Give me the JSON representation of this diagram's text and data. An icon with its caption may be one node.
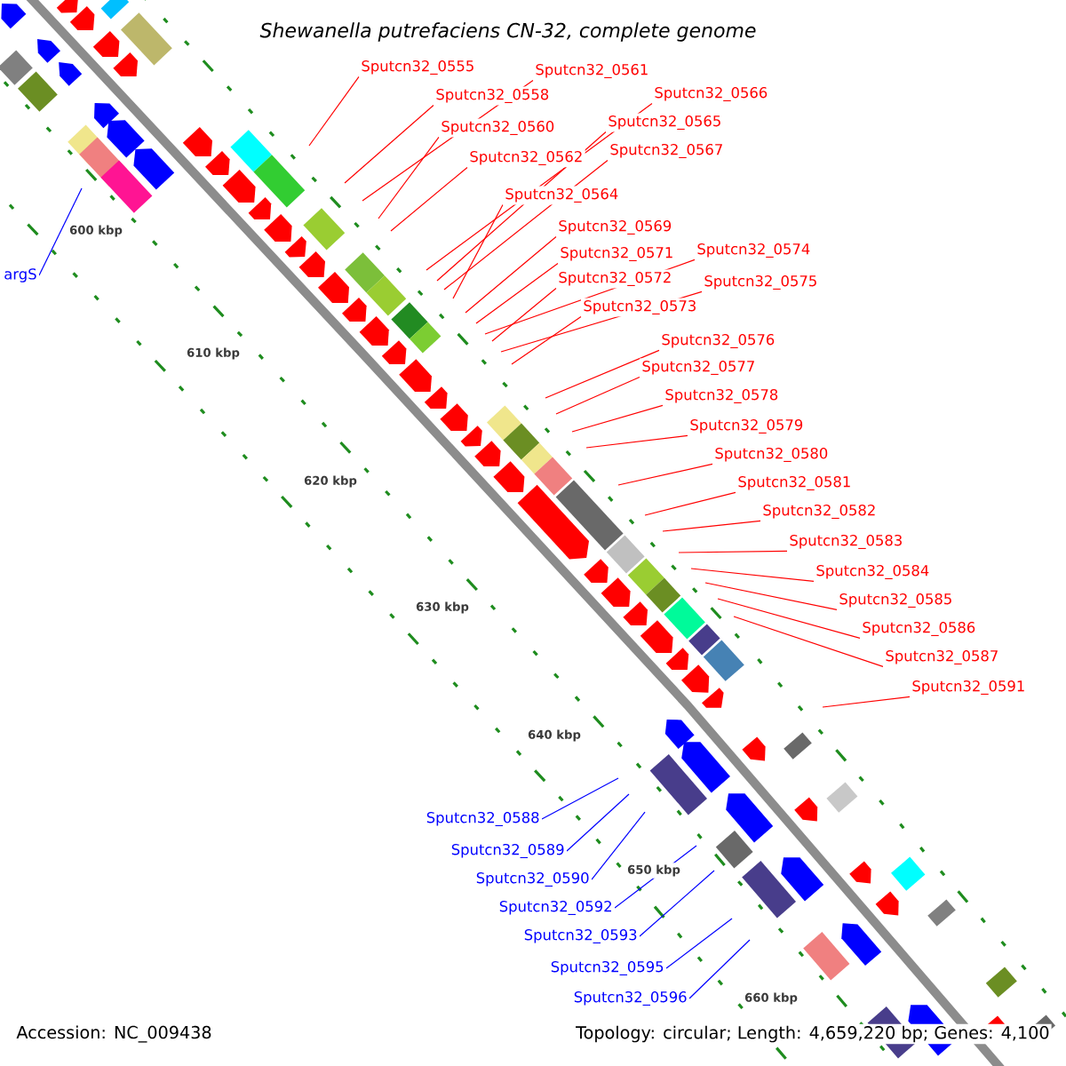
{
  "diagram": {
    "title": "Shewanella putrefaciens CN-32, complete genome",
    "nodes": [
      {
        "text": [
          "Sputcn32_0555"
        ]
      },
      {
        "text": [
          "Sputcn32_0561"
        ]
      },
      {
        "text": [
          "Sputcn32_0566"
        ]
      },
      {
        "text": [
          "Sputcn32_0558"
        ]
      },
      {
        "text": [
          "Sputcn32_0565"
        ]
      },
      {
        "text": [
          "Sputcn32_0560"
        ]
      },
      {
        "text": [
          "Sputcn32_0567"
        ]
      },
      {
        "text": [
          "Sputcn32_0562"
        ]
      },
      {
        "text": [
          "Sputcn32_0564"
        ]
      },
      {
        "text": [
          "Sputcn32_0569"
        ]
      },
      {
        "text": [
          "Sputcn32_0574"
        ]
      },
      {
        "text": [
          "Sputcn32_0571"
        ]
      },
      {
        "text": [
          "argS"
        ]
      },
      {
        "text": [
          "Sputcn32_0572"
        ]
      },
      {
        "text": [
          "Sputcn32_0575"
        ]
      },
      {
        "text": [
          "Sputcn32_0573"
        ]
      },
      {
        "text": [
          "Sputcn32_0576"
        ]
      },
      {
        "text": [
          "Sputcn32_0577"
        ]
      },
      {
        "text": [
          "Sputcn32_0578"
        ]
      },
      {
        "text": [
          "Sputcn32_0579"
        ]
      },
      {
        "text": [
          "Sputcn32_0580"
        ]
      },
      {
        "text": [
          "Sputcn32_0581"
        ]
      },
      {
        "text": [
          "Sputcn32_0582"
        ]
      },
      {
        "text": [
          "Sputcn32_0583"
        ]
      },
      {
        "text": [
          "Sputcn32_0584"
        ]
      },
      {
        "text": [
          "Sputcn32_0585"
        ]
      },
      {
        "text": [
          "Sputcn32_0586"
        ]
      },
      {
        "text": [
          "Sputcn32_0587"
        ]
      },
      {
        "text": [
          "Sputcn32_0591"
        ]
      },
      {
        "text": [
          "Sputcn32_0588"
        ]
      },
      {
        "text": [
          "Sputcn32_0589"
        ]
      },
      {
        "text": [
          "Sputcn32_0590"
        ]
      },
      {
        "text": [
          "Sputcn32_0592"
        ]
      },
      {
        "text": [
          "Sputcn32_0593"
        ]
      },
      {
        "text": [
          "Sputcn32_0595"
        ]
      },
      {
        "text": [
          "Sputcn32_0596"
        ]
      }
    ],
    "edges": [
      {
        "from": 0,
        "to": null,
        "arrow": "none"
      },
      {
        "from": 1,
        "to": null,
        "arrow": "none"
      },
      {
        "from": 2,
        "to": null,
        "arrow": "none"
      },
      {
        "from": 3,
        "to": null,
        "arrow": "none"
      },
      {
        "from": 4,
        "to": null,
        "arrow": "none"
      },
      {
        "from": 5,
        "to": null,
        "arrow": "none"
      },
      {
        "from": 6,
        "to": null,
        "arrow": "none"
      },
      {
        "from": 7,
        "to": null,
        "arrow": "none"
      },
      {
        "from": 8,
        "to": null,
        "arrow": "none"
      },
      {
        "from": 9,
        "to": null,
        "arrow": "none"
      },
      {
        "from": 10,
        "to": null,
        "arrow": "none"
      },
      {
        "from": 11,
        "to": null,
        "arrow": "none"
      },
      {
        "from": 12,
        "to": null,
        "arrow": "none",
        "color": "#0000ff"
      },
      {
        "from": 13,
        "to": null,
        "arrow": "none"
      },
      {
        "from": 14,
        "to": null,
        "arrow": "none"
      },
      {
        "from": 15,
        "to": null,
        "arrow": "none"
      },
      {
        "from": 16,
        "to": null,
        "arrow": "none"
      },
      {
        "from": 17,
        "to": null,
        "arrow": "none"
      },
      {
        "from": 18,
        "to": null,
        "arrow": "none"
      },
      {
        "from": 19,
        "to": null,
        "arrow": "none"
      },
      {
        "from": 20,
        "to": null,
        "arrow": "none"
      },
      {
        "from": 21,
        "to": null,
        "arrow": "none"
      },
      {
        "from": 22,
        "to": null,
        "arrow": "none"
      },
      {
        "from": 23,
        "to": null,
        "arrow": "none"
      },
      {
        "from": 24,
        "to": null,
        "arrow": "none"
      },
      {
        "from": 25,
        "to": null,
        "arrow": "none"
      },
      {
        "from": 26,
        "to": null,
        "arrow": "none"
      },
      {
        "from": 27,
        "to": null,
        "arrow": "none"
      },
      {
        "from": 28,
        "to": null,
        "arrow": "none"
      },
      {
        "from": 29,
        "to": null,
        "arrow": "none",
        "color": "#0000ff"
      },
      {
        "from": 30,
        "to": null,
        "arrow": "none",
        "color": "#0000ff"
      },
      {
        "from": 31,
        "to": null,
        "arrow": "none",
        "color": "#0000ff"
      },
      {
        "from": 32,
        "to": null,
        "arrow": "none",
        "color": "#0000ff"
      },
      {
        "from": 33,
        "to": null,
        "arrow": "none",
        "color": "#0000ff"
      },
      {
        "from": 34,
        "to": null,
        "arrow": "none",
        "color": "#0000ff"
      },
      {
        "from": 35,
        "to": null,
        "arrow": "none",
        "color": "#0000ff"
      }
    ],
    "labels": [
      "600 kbp",
      "610 kbp",
      "620 kbp",
      "630 kbp",
      "640 kbp",
      "650 kbp",
      "660 kbp",
      "Accession: NC_009438",
      "Topology: circular; Length: 4,659,220 bp; Genes: 4,100"
    ]
  }
}
